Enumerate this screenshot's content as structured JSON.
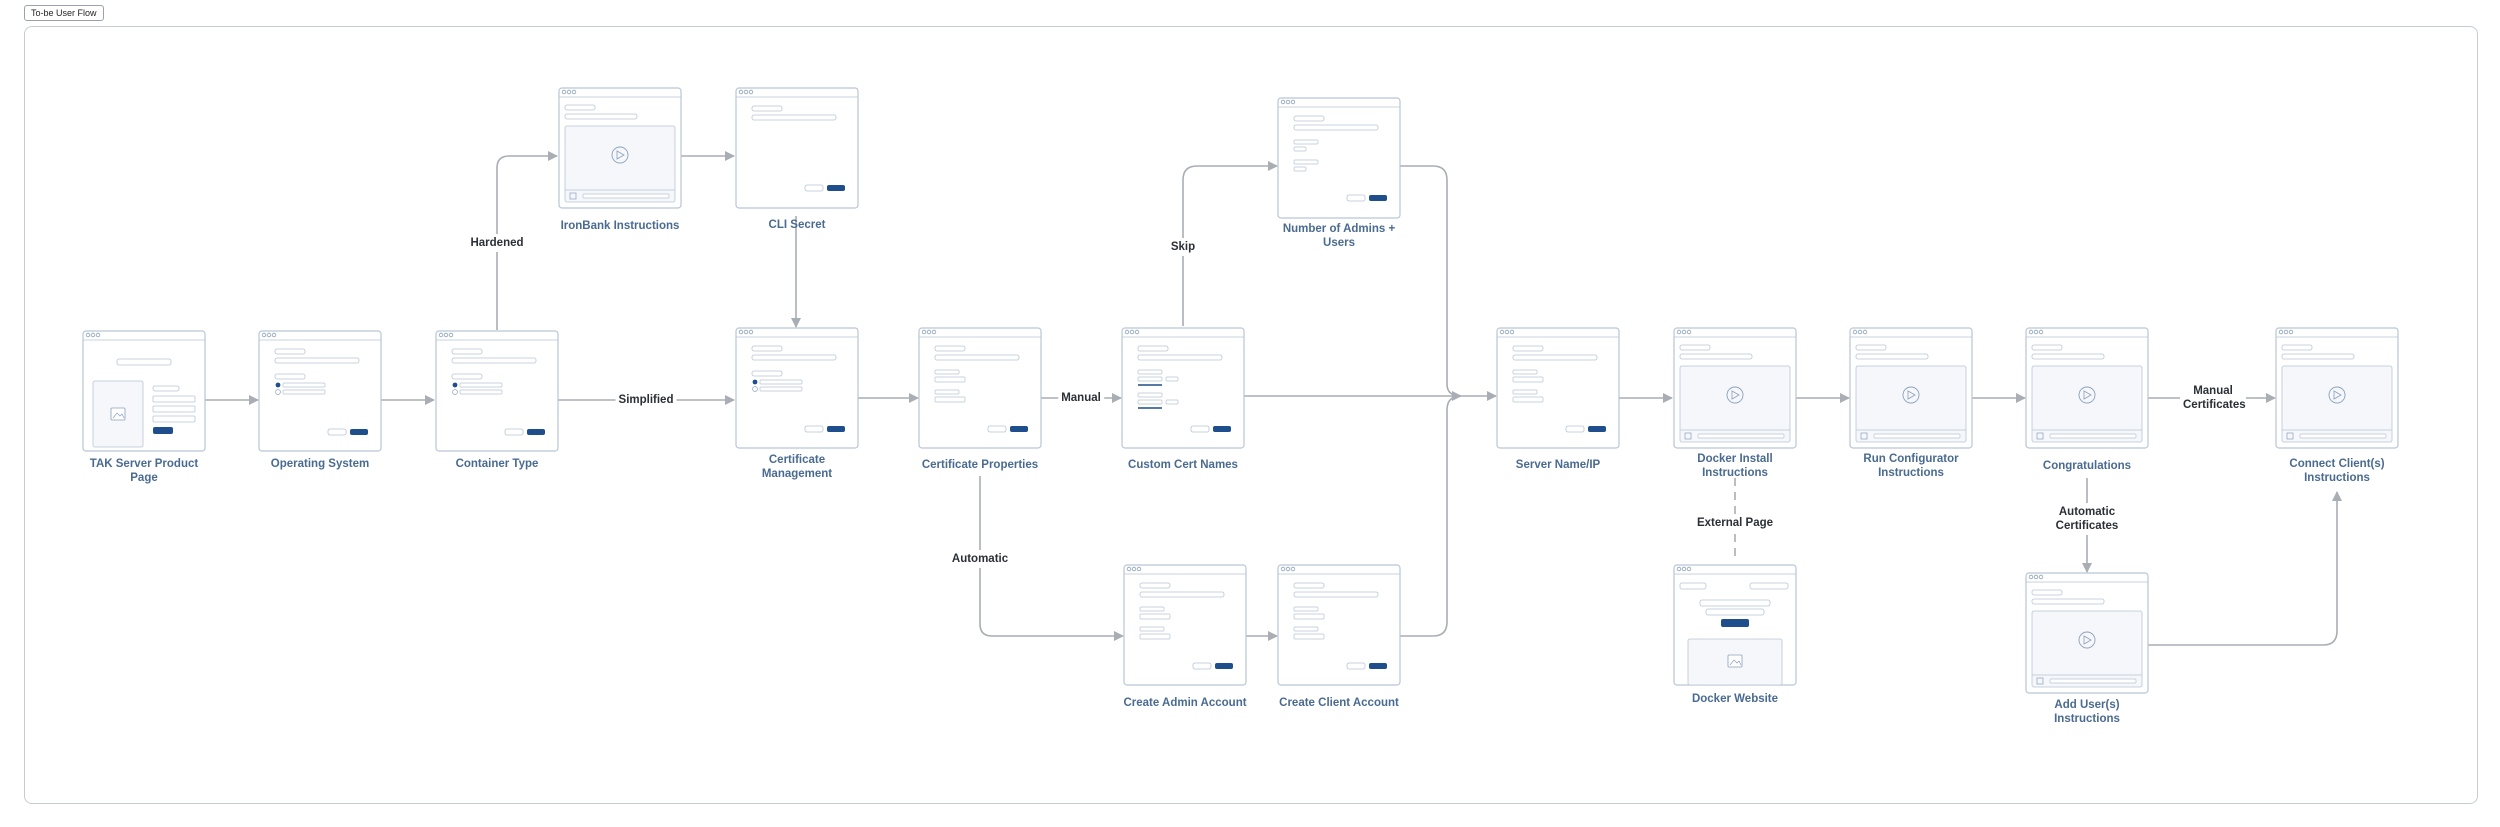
{
  "header": {
    "tag": "To-be User Flow"
  },
  "nodes": {
    "tak": "TAK Server Product Page",
    "os": "Operating System",
    "container": "Container Type",
    "ironbank": "IronBank Instructions",
    "cli": "CLI Secret",
    "certmgmt": "Certificate Management",
    "certprops": "Certificate Properties",
    "customcert": "Custom Cert Names",
    "admins": "Number of Admins + Users",
    "adminacct": "Create Admin Account",
    "clientacct": "Create Client Account",
    "server": "Server Name/IP",
    "docker": "Docker Install Instructions",
    "dockerweb": "Docker Website",
    "runconfig": "Run Configurator Instructions",
    "congrats": "Congratulations",
    "adduser": "Add User(s) Instructions",
    "connect": "Connect Client(s) Instructions"
  },
  "edges": {
    "hardened": "Hardened",
    "simplified": "Simplified",
    "manual": "Manual",
    "skip": "Skip",
    "automatic": "Automatic",
    "external": "External Page",
    "manual_certs": "Manual Certificates",
    "auto_certs": "Automatic Certificates"
  },
  "colors": {
    "frame": "#c6ccd3",
    "connector": "#a9aeb5",
    "label": "#4a6b91",
    "primary": "#1f4e8c"
  }
}
